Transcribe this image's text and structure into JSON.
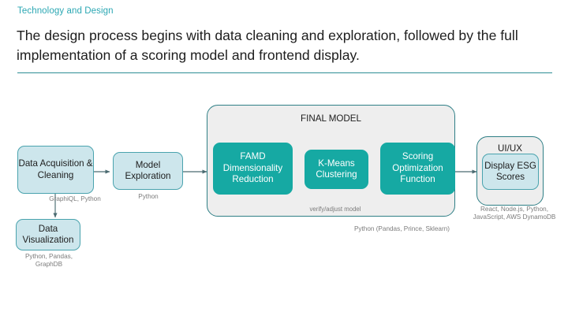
{
  "header": {
    "eyebrow": "Technology and Design",
    "headline": "The design process begins with data cleaning and exploration, followed by the full implementation of a scoring model and frontend display.",
    "accent_color": "#2ba7b3",
    "divider_color": "#2e8d95"
  },
  "palette": {
    "pale_node_fill": "#cde6ec",
    "pale_node_border": "#4aa3ae",
    "teal_node_fill": "#16a9a3",
    "group_fill": "#eeeeee",
    "group_border": "#2f7f86",
    "caption_text": "#7b7b7b",
    "wire": "#4a6a70"
  },
  "diagram": {
    "nodes": {
      "data_acquisition": "Data Acquisition & Cleaning",
      "data_visualization": "Data Visualization",
      "model_exploration": "Model Exploration",
      "famd": "FAMD Dimensionality Reduction",
      "kmeans": "K-Means Clustering",
      "scoring": "Scoring Optimization Function",
      "display_scores": "Display ESG Scores"
    },
    "groups": {
      "final_model": "FINAL MODEL",
      "ui_ux": "UI/UX"
    },
    "captions": {
      "data_acquisition": "GraphiQL, Python",
      "data_visualization": "Python, Pandas, GraphDB",
      "model_exploration": "Python",
      "final_model": "Python (Pandas, Prince, Sklearn)",
      "ui_ux": "React, Node.js, Python, JavaScript, AWS DynamoDB"
    },
    "edge_labels": {
      "feedback": "verify/adjust model"
    }
  }
}
